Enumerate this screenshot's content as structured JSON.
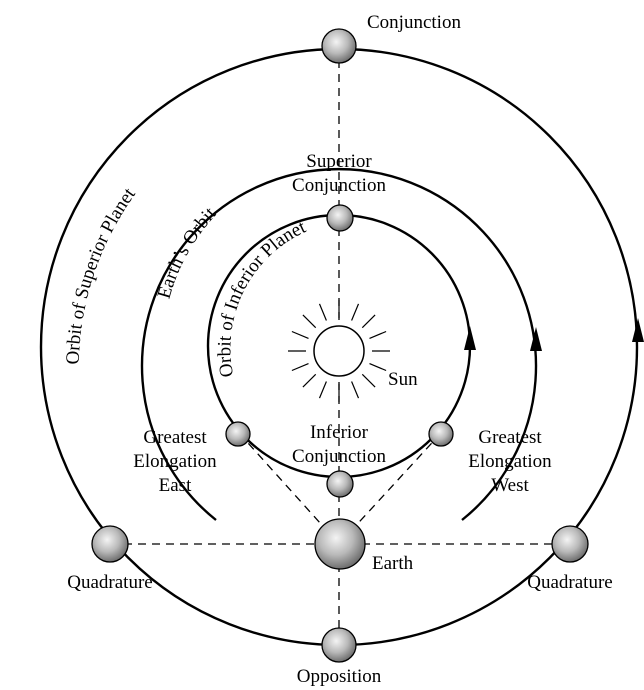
{
  "labels": {
    "conjunction": "Conjunction",
    "superior_conjunction_line1": "Superior",
    "superior_conjunction_line2": "Conjunction",
    "inferior_conjunction_line1": "Inferior",
    "inferior_conjunction_line2": "Conjunction",
    "gee_line1": "Greatest",
    "gee_line2": "Elongation",
    "gee_line3": "East",
    "gew_line1": "Greatest",
    "gew_line2": "Elongation",
    "gew_line3": "West",
    "quadrature_left": "Quadrature",
    "quadrature_right": "Quadrature",
    "earth": "Earth",
    "sun": "Sun",
    "opposition": "Opposition",
    "orbit_superior": "Orbit of Superior Planet",
    "orbit_earth": "Earth’s Orbit",
    "orbit_inferior": "Orbit of Inferior Planet"
  }
}
